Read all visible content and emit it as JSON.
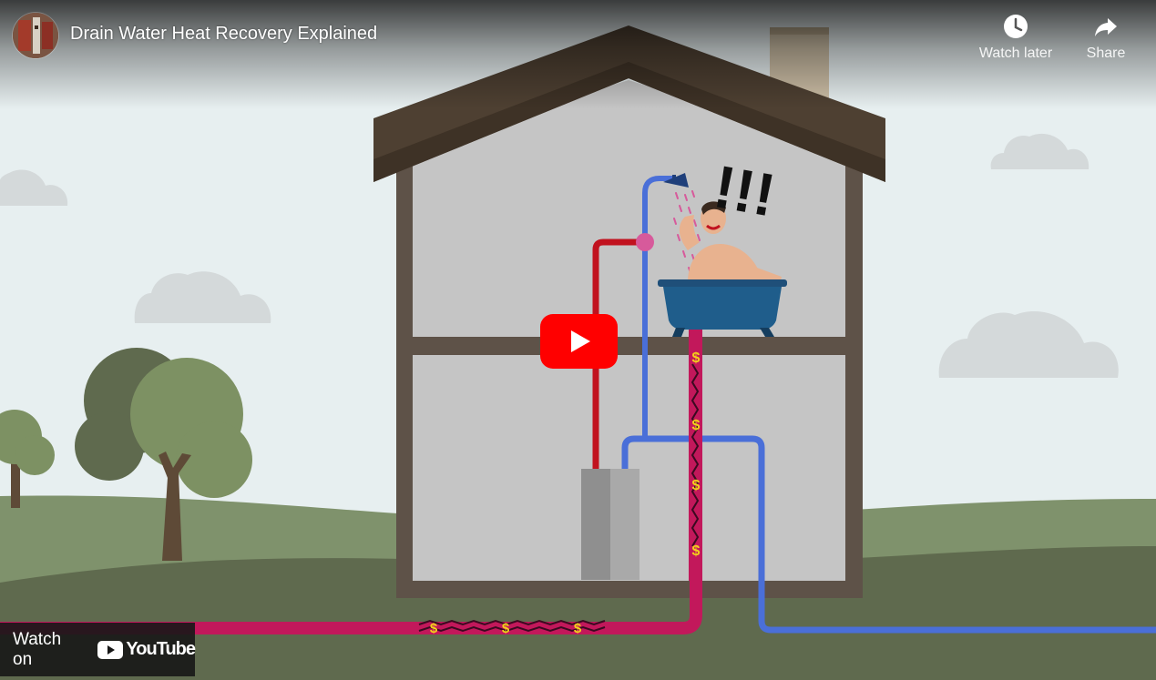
{
  "header": {
    "title": "Drain Water Heat Recovery Explained",
    "actions": [
      {
        "label": "Watch later",
        "icon": "clock-icon"
      },
      {
        "label": "Share",
        "icon": "share-arrow-icon"
      }
    ]
  },
  "scene_text": {
    "exclaim": "!!!",
    "dollar": "$"
  },
  "footer": {
    "watch_on_label": "Watch on",
    "logo_text": "YouTube"
  },
  "colors": {
    "youtube_red": "#ff0000",
    "hot_pipe": "#c1121f",
    "cold_pipe": "#4a6fd8",
    "drain_pipe": "#c2185b",
    "roof": "#4e4032",
    "wall_frame": "#5e5248",
    "sky": "#e7eff0",
    "ground": "#5f6a4e"
  }
}
